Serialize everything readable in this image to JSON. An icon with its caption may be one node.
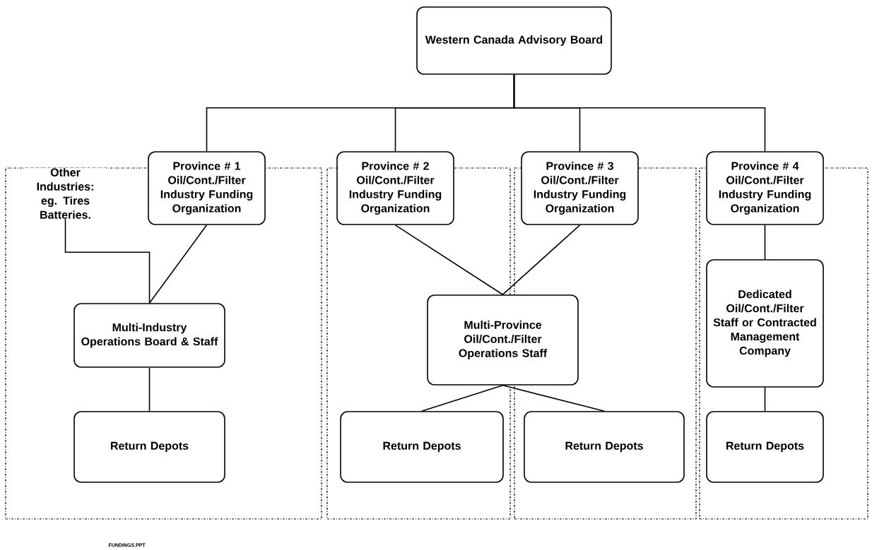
{
  "diagram": {
    "nodes": [
      {
        "text": [
          "Western Canada Advisory Board"
        ]
      },
      {
        "text": [],
        "shape": "box"
      },
      {
        "text": [
          "Other Industries: eg. Tires Batteries."
        ],
        "in": 1
      },
      {
        "text": [
          "Province # 1 Oil/Cont./Filter Industry Funding Organization"
        ]
      },
      {
        "text": [
          "Multi-Industry Operations Board & Staff"
        ],
        "in": 1
      },
      {
        "text": [
          "Return Depots"
        ],
        "in": 1
      },
      {
        "text": [],
        "shape": "box"
      },
      {
        "text": [
          "Province # 2 Oil/Cont./Filter Industry Funding Organization"
        ]
      },
      {
        "text": [
          "Return Depots"
        ],
        "in": 6
      },
      {
        "text": [],
        "shape": "box"
      },
      {
        "text": [
          "Province # 3 Oil/Cont./Filter Industry Funding Organization"
        ]
      },
      {
        "text": [
          "Return Depots"
        ],
        "in": 9
      },
      {
        "text": [
          "Multi-Province Oil/Cont./Filter Operations Staff"
        ]
      },
      {
        "text": [],
        "shape": "box"
      },
      {
        "text": [
          "Province # 4 Oil/Cont./Filter Industry Funding Organization"
        ]
      },
      {
        "text": [
          "Dedicated Oil/Cont./Filter Staff or Contracted Management Company"
        ],
        "in": 13
      },
      {
        "text": [
          "Return Depots"
        ],
        "in": 13
      }
    ],
    "edges": [
      {
        "from": 0,
        "to": 3,
        "arrow": "none"
      },
      {
        "from": 0,
        "to": 7,
        "arrow": "none"
      },
      {
        "from": 0,
        "to": 10,
        "arrow": "none"
      },
      {
        "from": 0,
        "to": 14,
        "arrow": "none"
      },
      {
        "from": 2,
        "to": 4,
        "arrow": "none"
      },
      {
        "from": 3,
        "to": 4,
        "arrow": "none"
      },
      {
        "from": 4,
        "to": 5,
        "arrow": "none"
      },
      {
        "from": 7,
        "to": 12,
        "arrow": "none"
      },
      {
        "from": 10,
        "to": 12,
        "arrow": "none"
      },
      {
        "from": 12,
        "to": 8,
        "arrow": "none"
      },
      {
        "from": 12,
        "to": 11,
        "arrow": "none"
      },
      {
        "from": 14,
        "to": 15,
        "arrow": "none"
      },
      {
        "from": 15,
        "to": 16,
        "arrow": "none"
      }
    ],
    "labels": [
      "FUNDINGS.PPT"
    ]
  }
}
